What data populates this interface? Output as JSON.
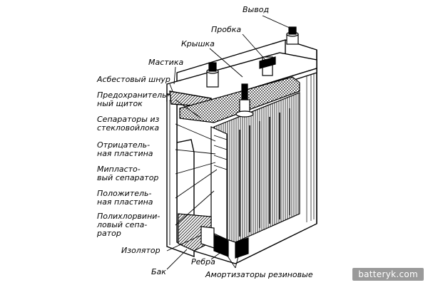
{
  "labels": {
    "vyvod": "Вывод",
    "probka": "Пробка",
    "kryshka": "Крышка",
    "mastika": "Мастика",
    "asbest": "Асбестовый шнур",
    "predokh": [
      "Предохрани­тель-",
      "ный щиток"
    ],
    "separ_steklo": [
      "Сепараторы из",
      "стекловойлока"
    ],
    "otric": [
      "Отрицатель-",
      "ная пластина"
    ],
    "miplast": [
      "Мипласто-",
      "вый сепаратор"
    ],
    "polozh": [
      "Положитель-",
      "ная пластина"
    ],
    "polichlor": [
      "Полихлорвини-",
      "ловый сепа-",
      "ратор"
    ],
    "izolyator": "Изолятор",
    "bak": "Бак",
    "rebra": "Ребра",
    "amort": "Амортизаторы резиновые"
  },
  "watermark": "batteryk.com",
  "colors": {
    "ink": "#000000",
    "paper": "#ffffff",
    "watermark_bg": "#9a9a9a"
  }
}
